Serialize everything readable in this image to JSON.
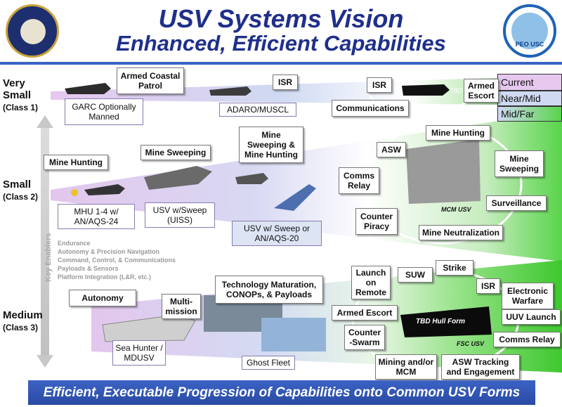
{
  "header": {
    "title": "USV Systems Vision",
    "subtitle": "Enhanced, Efficient Capabilities",
    "logo_right_text": "PEO USC",
    "colors": {
      "title": "#1f2f8a",
      "subtitle": "#1f2f8a"
    }
  },
  "legend": {
    "current": "Current",
    "near_mid": "Near/Mid",
    "mid_far": "Mid/Far",
    "colors": {
      "current": "#e6c8ee",
      "near_mid": "#cfd9f2",
      "mid_far": "#58d44a"
    }
  },
  "key_enablers": {
    "label": "Key Enablers",
    "items": [
      "Endurance",
      "Autonomy & Precision Navigation",
      "Command, Control, & Communications",
      "Payloads & Sensors",
      "Platform Integration (L&R, etc.)"
    ]
  },
  "classes": {
    "very_small": {
      "line1": "Very",
      "line2": "Small",
      "line3": "(Class 1)"
    },
    "small": {
      "line1": "Small",
      "line2": "(Class 2)"
    },
    "medium": {
      "line1": "Medium",
      "line2": "(Class 3)"
    }
  },
  "class1": {
    "armed_coastal_patrol": "Armed Coastal Patrol",
    "isr_a": "ISR",
    "isr_b": "ISR",
    "communications": "Communications",
    "armed_escort": "Armed Escort",
    "tbd": "TBD",
    "garc": "GARC Optionally Manned",
    "adaro": "ADARO/MUSCL"
  },
  "class2": {
    "mine_hunting": "Mine Hunting",
    "mine_sweeping": "Mine Sweeping",
    "mine_sweeping_hunting": "Mine Sweeping & Mine Hunting",
    "asw": "ASW",
    "comms_relay": "Comms Relay",
    "counter_piracy": "Counter Piracy",
    "mine_hunting_b": "Mine Hunting",
    "mine_sweeping_b": "Mine Sweeping",
    "surveillance": "Surveillance",
    "mine_neutralization": "Mine Neutralization",
    "mcm_usv": "MCM USV",
    "mhu": "MHU 1-4 w/ AN/AQS-24",
    "usv_sweep": "USV w/Sweep (UISS)",
    "usv_sweep_or": "USV w/ Sweep or AN/AQS-20"
  },
  "class3": {
    "autonomy": "Autonomy",
    "multi_mission": "Multi-mission",
    "tech_maturation": "Technology Maturation, CONOPs, & Payloads",
    "launch_on_remote": "Launch on Remote",
    "suw": "SUW",
    "strike": "Strike",
    "isr": "ISR",
    "electronic_warfare": "Electronic Warfare",
    "armed_escort": "Armed Escort",
    "uuv_launch": "UUV Launch",
    "counter_swarm": "Counter -Swarm",
    "comms_relay": "Comms Relay",
    "mining_mcm": "Mining and/or MCM",
    "asw_tracking": "ASW Tracking and Engagement",
    "tbd_hull": "TBD Hull Form",
    "fsc_usv": "FSC USV",
    "sea_hunter": "Sea Hunter / MDUSV",
    "ghost_fleet": "Ghost Fleet"
  },
  "footer": {
    "banner": "Efficient, Executable Progression of Capabilities onto Common USV Forms"
  }
}
